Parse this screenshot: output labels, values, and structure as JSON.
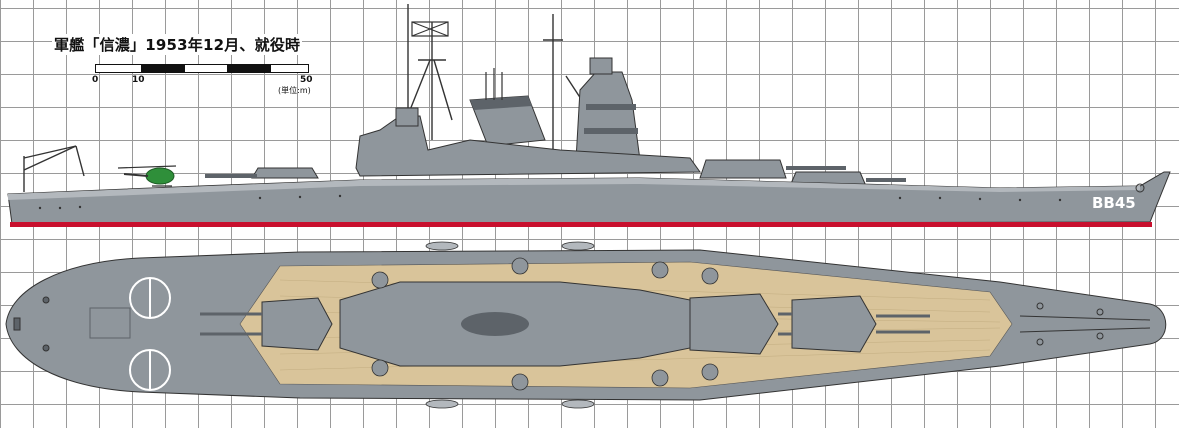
{
  "title": "軍艦「信濃」1953年12月、就役時",
  "scale": {
    "tick_0": "0",
    "tick_10": "10",
    "tick_50": "50",
    "unit": "(単位:m)"
  },
  "hull_number": "BB45",
  "colors": {
    "hull_gray": "#8f969c",
    "dark_gray": "#5d6369",
    "light_gray": "#b3b8bd",
    "waterline_red": "#c8102e",
    "deck_wood": "#d9c49a",
    "grid": "#9a9a9a",
    "helicopter_green": "#2f8f3a"
  },
  "icons": [
    "helicopter-icon",
    "crane-icon",
    "turret-icon",
    "mast-icon",
    "anchor-icon",
    "boat-icon"
  ]
}
